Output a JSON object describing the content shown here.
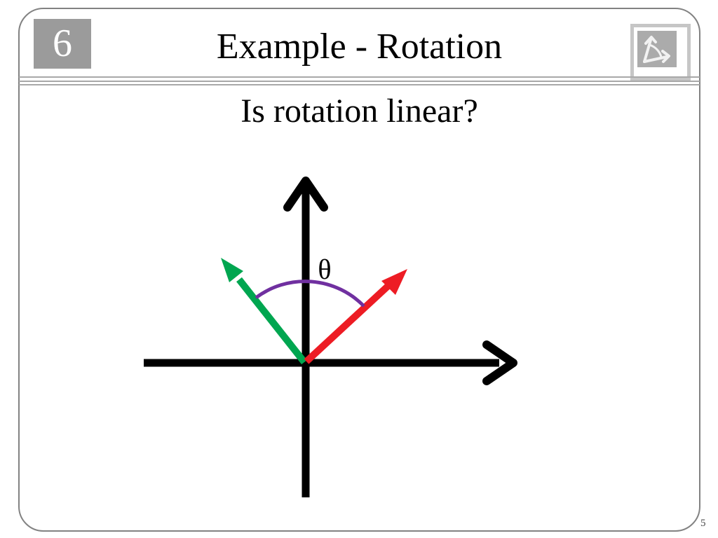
{
  "slide": {
    "number_badge": "6",
    "title": "Example - Rotation",
    "page_number": "5"
  },
  "content": {
    "question": "Is rotation linear?"
  },
  "diagram": {
    "angle_label": "θ",
    "colors": {
      "axes": "#000000",
      "vector_red": "#ed1c24",
      "vector_green": "#00a650",
      "angle_arc": "#7030a0"
    }
  },
  "icons": {
    "header_icon": "rotation-angle-icon"
  }
}
